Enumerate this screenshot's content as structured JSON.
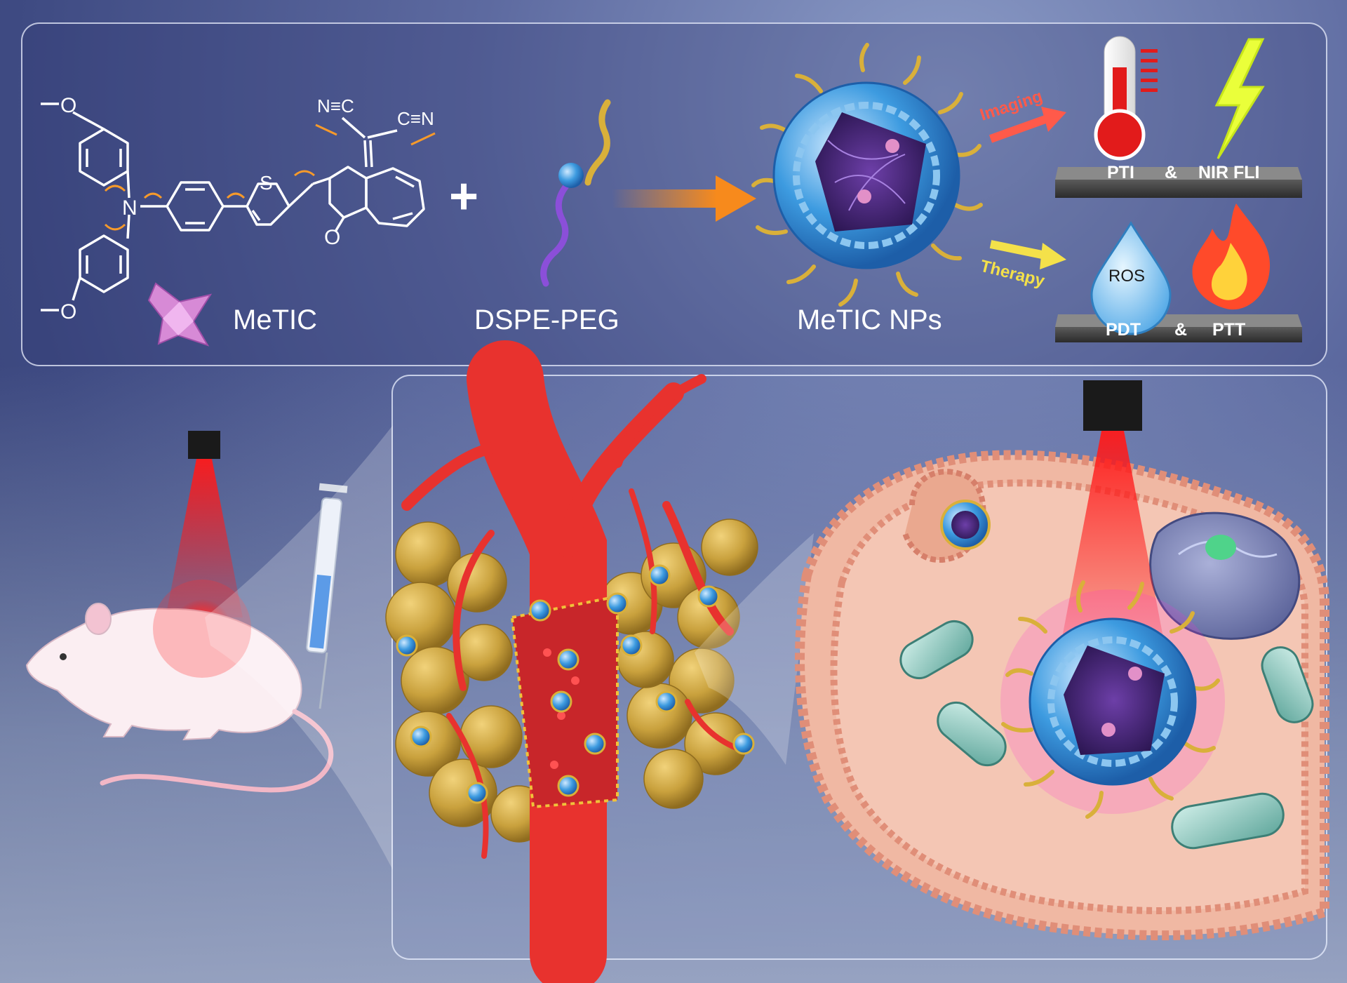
{
  "labels": {
    "metic": "MeTIC",
    "dspe_peg": "DSPE-PEG",
    "metic_nps": "MeTIC NPs",
    "plus": "+",
    "imaging": "Imaging",
    "therapy": "Therapy",
    "pti": "PTI",
    "amp1": "&",
    "nir_fli": "NIR FLI",
    "ros": "ROS",
    "pdt": "PDT",
    "amp2": "&",
    "ptt": "PTT"
  },
  "molecule_atoms": {
    "o_top": "O",
    "o_bottom": "O",
    "n_amine": "N",
    "s_thiophene": "S",
    "o_ketone": "O",
    "nc_left": "N≡C",
    "cn_right": "C≡N"
  },
  "colors": {
    "panel_border": "#e8ecff",
    "micelle_blue": "#3d9be0",
    "peg_yellow": "#d9b03a",
    "laser_red": "#ff2020",
    "vessel_red": "#e8322e",
    "tumor_gold": "#c9a13d",
    "membrane_pink": "#f0a58f",
    "orange_arrow": "#f78a1c",
    "imaging_red": "#ff5a4a",
    "therapy_yellow": "#f4e14a"
  }
}
